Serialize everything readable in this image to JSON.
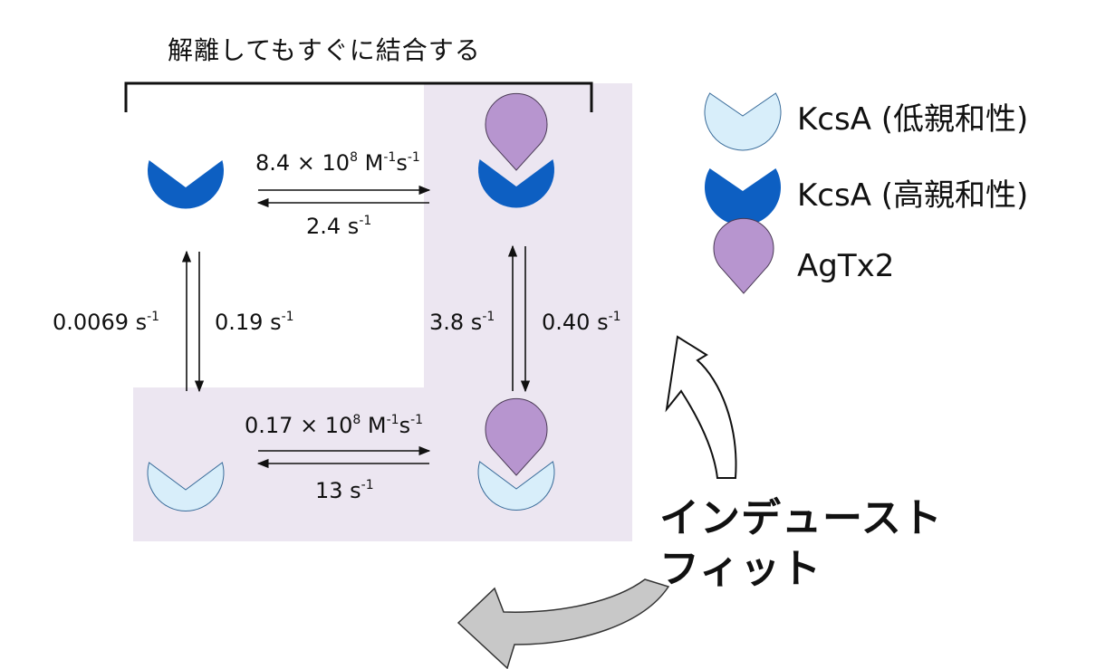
{
  "title": "解離してもすぐに結合する",
  "rates": {
    "top_forward": {
      "base": "8.4 × 10",
      "exp": "8",
      "unit": " M",
      "unit_exp": "-1",
      "tail": "s",
      "tail_exp": "-1"
    },
    "top_reverse": {
      "base": "2.4 s",
      "exp": "-1"
    },
    "bottom_forward": {
      "base": "0.17 × 10",
      "exp": "8",
      "unit": " M",
      "unit_exp": "-1",
      "tail": "s",
      "tail_exp": "-1"
    },
    "bottom_reverse": {
      "base": "13 s",
      "exp": "-1"
    },
    "left_up": {
      "base": "0.0069 s",
      "exp": "-1"
    },
    "left_down": {
      "base": "0.19 s",
      "exp": "-1"
    },
    "right_up": {
      "base": "3.8 s",
      "exp": "-1"
    },
    "right_down": {
      "base": "0.40 s",
      "exp": "-1"
    }
  },
  "legend": {
    "low_affinity": "KcsA (低親和性)",
    "high_affinity": "KcsA (高親和性)",
    "toxin": "AgTx2"
  },
  "induced_fit": {
    "line1": "インデュースト",
    "line2": "フィット"
  },
  "colors": {
    "low_affinity": "#d8eefa",
    "high_affinity": "#0d5fc2",
    "toxin": "#b795cf",
    "highlight": "#ece6f1",
    "fit_arrow": "#c8c8c8"
  }
}
